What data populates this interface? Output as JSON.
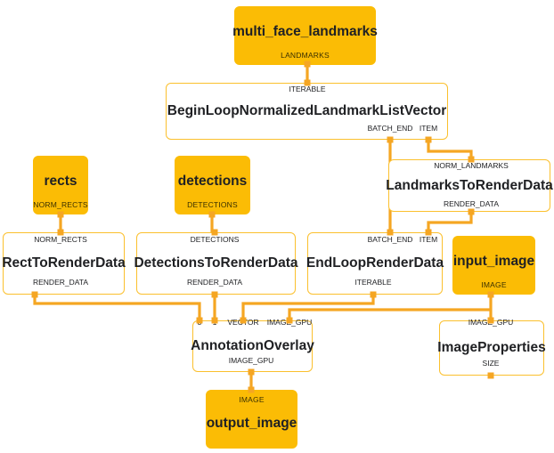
{
  "graph": {
    "title": "MediaPipe face landmark rendering subgraph",
    "background_color": "#ffffff",
    "stream_node_color": "#FBBC05",
    "calculator_border_color": "#FBC02D",
    "edge_color": "#F5A623",
    "port_dot_color": "#F5A623"
  },
  "nodes": [
    {
      "id": "multi_face_landmarks",
      "type": "stream",
      "title": "multi_face_landmarks",
      "output_ports": [
        "LANDMARKS"
      ],
      "input_ports": []
    },
    {
      "id": "begin_loop",
      "type": "calculator",
      "title": "BeginLoopNormalizedLandmarkListVector",
      "input_ports": [
        "ITERABLE"
      ],
      "output_ports": [
        "BATCH_END",
        "ITEM"
      ]
    },
    {
      "id": "rects",
      "type": "stream",
      "title": "rects",
      "input_ports": [],
      "output_ports": [
        "NORM_RECTS"
      ]
    },
    {
      "id": "detections",
      "type": "stream",
      "title": "detections",
      "input_ports": [],
      "output_ports": [
        "DETECTIONS"
      ]
    },
    {
      "id": "landmarks_to_render_data",
      "type": "calculator",
      "title": "LandmarksToRenderData",
      "input_ports": [
        "NORM_LANDMARKS"
      ],
      "output_ports": [
        "RENDER_DATA"
      ]
    },
    {
      "id": "rect_to_render_data",
      "type": "calculator",
      "title": "RectToRenderData",
      "input_ports": [
        "NORM_RECTS"
      ],
      "output_ports": [
        "RENDER_DATA"
      ]
    },
    {
      "id": "detections_to_render_data",
      "type": "calculator",
      "title": "DetectionsToRenderData",
      "input_ports": [
        "DETECTIONS"
      ],
      "output_ports": [
        "RENDER_DATA"
      ]
    },
    {
      "id": "end_loop_render_data",
      "type": "calculator",
      "title": "EndLoopRenderData",
      "input_ports": [
        "BATCH_END",
        "ITEM"
      ],
      "output_ports": [
        "ITERABLE"
      ]
    },
    {
      "id": "input_image",
      "type": "stream",
      "title": "input_image",
      "input_ports": [],
      "output_ports": [
        "IMAGE"
      ]
    },
    {
      "id": "annotation_overlay",
      "type": "calculator",
      "title": "AnnotationOverlay",
      "input_ports": [
        "3",
        "1",
        "VECTOR",
        "IMAGE_GPU"
      ],
      "output_ports": [
        "IMAGE_GPU"
      ]
    },
    {
      "id": "image_properties",
      "type": "calculator",
      "title": "ImageProperties",
      "input_ports": [
        "IMAGE_GPU"
      ],
      "output_ports": [
        "SIZE"
      ]
    },
    {
      "id": "output_image",
      "type": "stream",
      "title": "output_image",
      "input_ports": [
        "IMAGE"
      ],
      "output_ports": []
    }
  ],
  "labels": {
    "multi_face_landmarks_title": "multi_face_landmarks",
    "multi_face_landmarks_out": "LANDMARKS",
    "begin_loop_title": "BeginLoopNormalizedLandmarkListVector",
    "begin_loop_in": "ITERABLE",
    "begin_loop_out_batch_end": "BATCH_END",
    "begin_loop_out_item": "ITEM",
    "rects_title": "rects",
    "rects_out": "NORM_RECTS",
    "detections_title": "detections",
    "detections_out": "DETECTIONS",
    "landmarks_render_title": "LandmarksToRenderData",
    "landmarks_render_in": "NORM_LANDMARKS",
    "landmarks_render_out": "RENDER_DATA",
    "rect_render_title": "RectToRenderData",
    "rect_render_in": "NORM_RECTS",
    "rect_render_out": "RENDER_DATA",
    "detections_render_title": "DetectionsToRenderData",
    "detections_render_in": "DETECTIONS",
    "detections_render_out": "RENDER_DATA",
    "end_loop_title": "EndLoopRenderData",
    "end_loop_in_batch_end": "BATCH_END",
    "end_loop_in_item": "ITEM",
    "end_loop_out": "ITERABLE",
    "input_image_title": "input_image",
    "input_image_out": "IMAGE",
    "annotation_overlay_title": "AnnotationOverlay",
    "annotation_overlay_in_3": "3",
    "annotation_overlay_in_1": "1",
    "annotation_overlay_in_vector": "VECTOR",
    "annotation_overlay_in_image_gpu": "IMAGE_GPU",
    "annotation_overlay_out": "IMAGE_GPU",
    "image_properties_title": "ImageProperties",
    "image_properties_in": "IMAGE_GPU",
    "image_properties_out": "SIZE",
    "output_image_title": "output_image",
    "output_image_in": "IMAGE"
  }
}
